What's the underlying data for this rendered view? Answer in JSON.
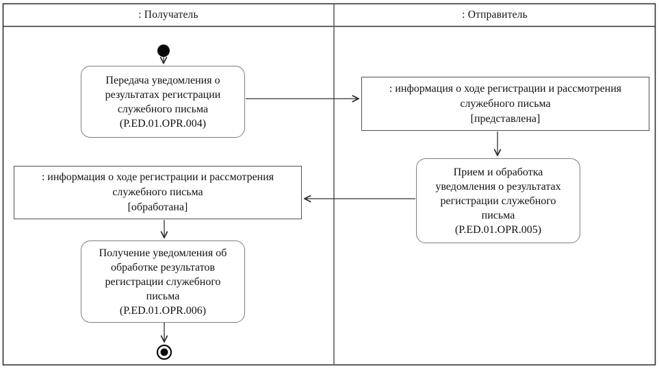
{
  "diagram": {
    "lanes": [
      {
        "label": ": Получатель"
      },
      {
        "label": ": Отправитель"
      }
    ],
    "nodes": {
      "transfer_activity": {
        "label": "Передача уведомления о\nрезультатах регистрации\nслужебного письма\n(P.ED.01.OPR.004)"
      },
      "object_presented": {
        "label": ": информация о ходе регистрации и рассмотрения\nслужебного письма\n[представлена]"
      },
      "receive_activity": {
        "label": "Прием и обработка\nуведомления о результатах\nрегистрации служебного\nписьма\n(P.ED.01.OPR.005)"
      },
      "object_processed": {
        "label": ": информация о ходе регистрации и рассмотрения\nслужебного письма\n[обработана]"
      },
      "obtain_activity": {
        "label": "Получение уведомления об\nобработке результатов\nрегистрации служебного\nписьма\n(P.ED.01.OPR.006)"
      }
    },
    "colors": {
      "line": "#2f2f2f",
      "lane_divider": "#606060",
      "activity_border": "#7d7d7d",
      "object_border": "#4e4e4e",
      "text": "#111111",
      "background": "#ffffff"
    }
  }
}
